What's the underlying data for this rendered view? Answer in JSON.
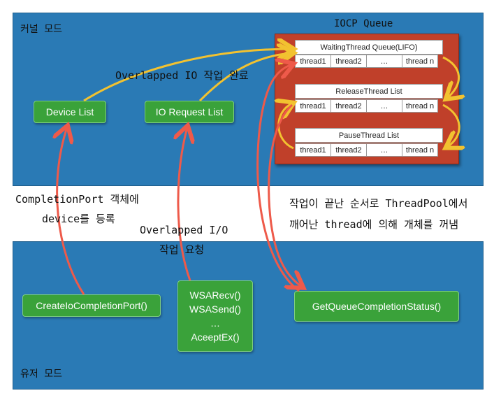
{
  "kernel": {
    "label": "커널 모드"
  },
  "user": {
    "label": "유저 모드"
  },
  "queue": {
    "title": "IOCP Queue",
    "sections": [
      {
        "name": "WaitingThread Queue(LIFO)",
        "cells": [
          "thread1",
          "thread2",
          "…",
          "thread n"
        ]
      },
      {
        "name": "ReleaseThread List",
        "cells": [
          "thread1",
          "thread2",
          "…",
          "thread n"
        ]
      },
      {
        "name": "PauseThread List",
        "cells": [
          "thread1",
          "thread2",
          "…",
          "thread n"
        ]
      }
    ]
  },
  "boxes": {
    "device_list": "Device List",
    "io_request_list": "IO Request List",
    "create_port": "CreateIoCompletionPort()",
    "wsa_lines": [
      "WSARecv()",
      "WSASend()",
      "…",
      "AceeptEx()"
    ],
    "get_status": "GetQueueCompletionStatus()"
  },
  "annotations": {
    "overlapped_done": "Overlapped IO 작업 완료",
    "register_1": "CompletionPort 객체에",
    "register_2": "device를 등록",
    "request_1": "Overlapped I/O",
    "request_2": "작업 요청",
    "wake_1": "작업이 끝난 순서로 ThreadPool에서",
    "wake_2": "깨어난 thread에 의해 개체를 꺼냄"
  }
}
